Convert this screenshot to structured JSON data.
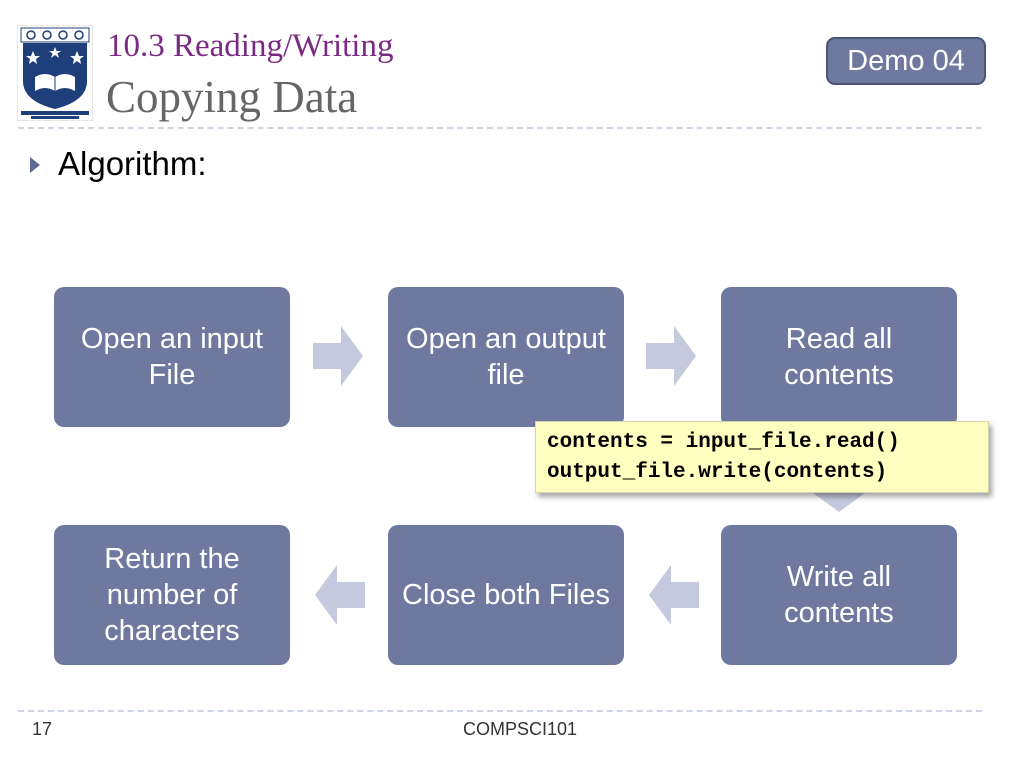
{
  "header": {
    "subtitle": "10.3 Reading/Writing",
    "title": "Copying Data",
    "demo_badge": "Demo 04"
  },
  "body": {
    "bullet": "Algorithm:"
  },
  "steps": [
    "Open an input File",
    "Open an output file",
    "Read all contents",
    "Write all contents",
    "Close both Files",
    "Return the number of characters"
  ],
  "code": {
    "line1": "contents = input_file.read()",
    "line2": "output_file.write(contents)"
  },
  "footer": {
    "page_number": "17",
    "course": "COMPSCI101"
  },
  "colors": {
    "box_fill": "#6f789f",
    "arrow_fill": "#c5c9dd",
    "title_purple": "#7a2a82",
    "code_background": "#ffffc0"
  },
  "icons": {
    "logo": "university-crest-icon",
    "bullet": "triangle-right-icon",
    "arrow_right": "arrow-right-icon",
    "arrow_left": "arrow-left-icon"
  }
}
